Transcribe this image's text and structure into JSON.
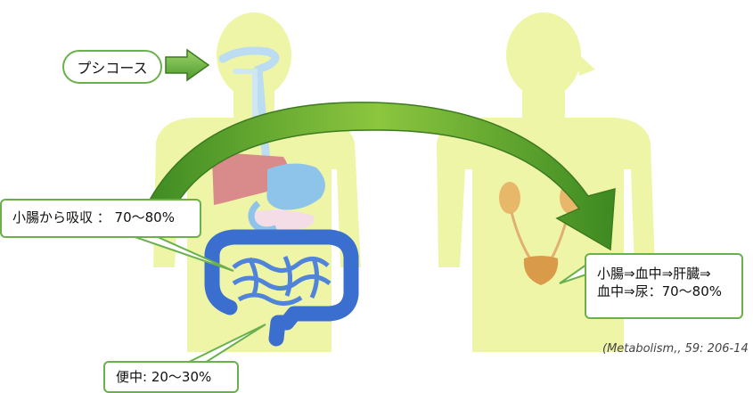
{
  "input_label": "プシコース",
  "callouts": {
    "absorption": "小腸から吸収 ： 70～80%",
    "feces": "便中: 20～30%",
    "urine_line1": "小腸⇒血中⇒肝臓⇒",
    "urine_line2": "血中⇒尿：70～80%"
  },
  "citation": "(Metabolism,, 59: 206-14",
  "colors": {
    "body_silhouette": "#eef5a6",
    "intestine": "#3a6fd0",
    "liver": "#d98a8a",
    "stomach": "#8fc4ea",
    "esophagus": "#bcdcf2",
    "kidney": "#e8b86a",
    "bladder": "#d99a4a",
    "arrow": "#4e9a2e",
    "callout_border": "#6ab04c"
  }
}
